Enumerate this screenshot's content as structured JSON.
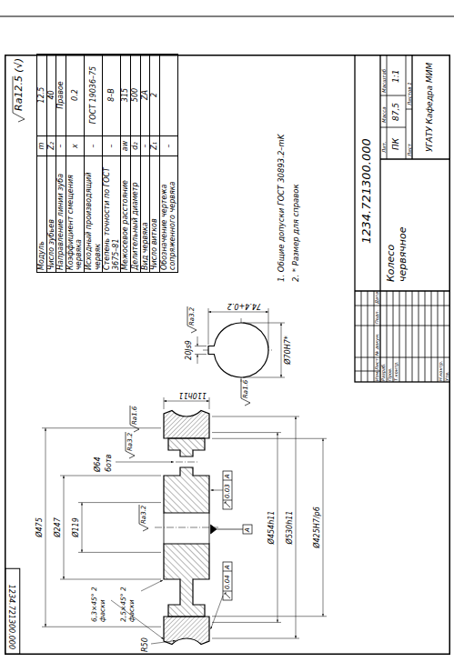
{
  "diagram": {
    "labels": [
      "1234.721300.000",
      "Ra12.5 (√)",
      "Модуль",
      "m",
      "12.5",
      "Число зубьев",
      "Z₂",
      "40",
      "Направление линии зуба",
      "–",
      "Правое",
      "Коэффициент смещения червяка",
      "x",
      "0.2",
      "Исходный производящий червяк",
      "–",
      "ГОСТ 19036–75",
      "Степень точности по ГОСТ 3675–81",
      "–",
      "8–В",
      "Межосевое расстояние",
      "aw",
      "315",
      "Делительный диаметр",
      "d₂",
      "500",
      "Вид червяка",
      "–",
      "ZA",
      "Число витков",
      "Z₁",
      "2",
      "Обозначение чертежа сопряженного червяка",
      "–",
      "1. Общие допуски ГОСТ 30893.2–mK",
      "2. * Размер для справок",
      "Изм.",
      "Лист",
      "№ докум.",
      "Подп.",
      "Дата",
      "Разраб.",
      "Пров.",
      "Т.контр.",
      "Н.контр.",
      "Утв.",
      "1234.721300.000",
      "Колесо червячное",
      "Лит.",
      "Масса",
      "Масштаб",
      "ПК",
      "87,5",
      "1:1",
      "Лист",
      "Листов 1",
      "УГАТУ Кафедра МИМ",
      "Ø475",
      "Ø247",
      "Ø119",
      "Ø454h11",
      "Ø530h11",
      "Ø425H7/p6",
      "110h11",
      "R50",
      "0.04",
      "A",
      "0.03",
      "A",
      "A",
      "6,3×45° 2 фаски",
      "2,5×45° 2 фаски",
      "Ø64",
      "6отв",
      "Ra3.2",
      "Ra1.6",
      "Ra3.2",
      "20Js9",
      "74.4+0.2",
      "Ø70H7*",
      "Ra3.2",
      "Ra1.6"
    ]
  }
}
